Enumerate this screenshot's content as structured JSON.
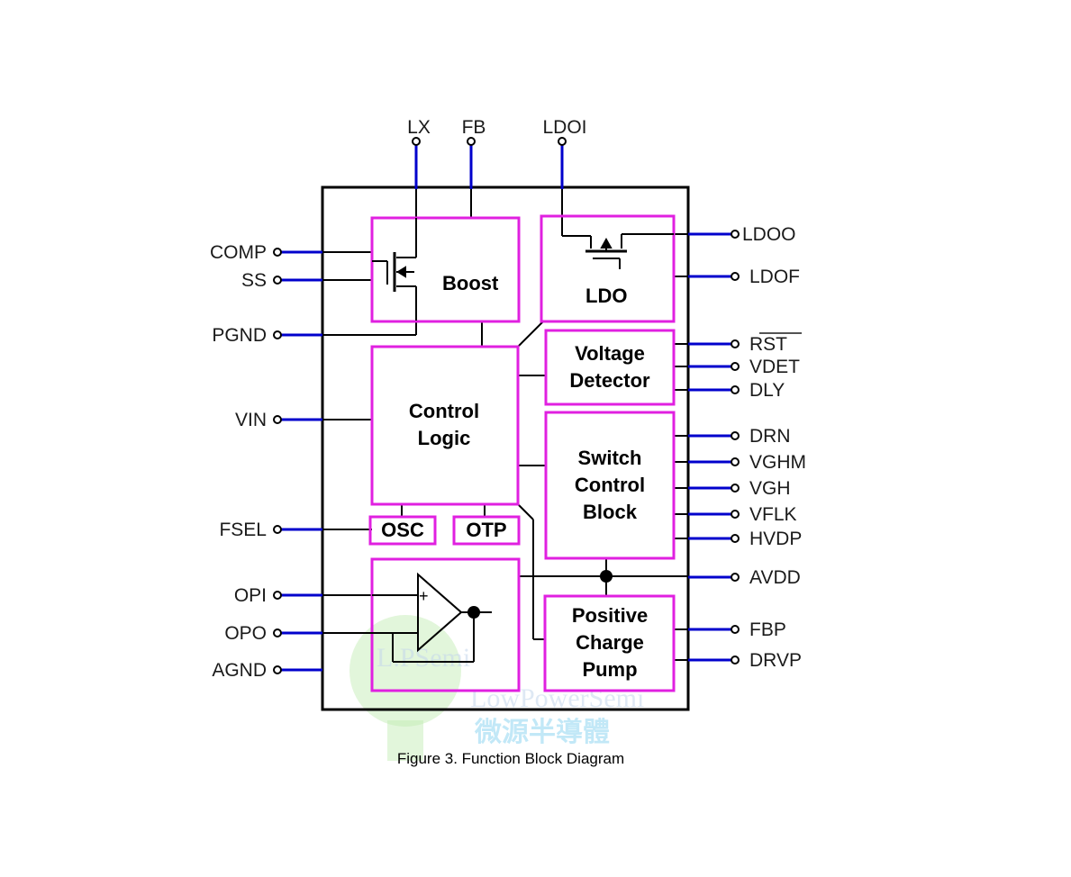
{
  "caption": "Figure 3. Function Block Diagram",
  "colors": {
    "block_border": "#e020e0",
    "signal_wire": "#0000cc",
    "internal_wire": "#000000",
    "chip_outline": "#000000"
  },
  "top_pins": [
    "LX",
    "FB",
    "LDOI"
  ],
  "left_pins": [
    "COMP",
    "SS",
    "PGND",
    "VIN",
    "FSEL",
    "OPI",
    "OPO",
    "AGND"
  ],
  "right_pins": [
    "LDOO",
    "LDOF",
    "RST",
    "VDET",
    "DLY",
    "DRN",
    "VGHM",
    "VGH",
    "VFLK",
    "HVDP",
    "AVDD",
    "FBP",
    "DRVP"
  ],
  "blocks": {
    "boost": "Boost",
    "ldo": "LDO",
    "voltage_detector": [
      "Voltage",
      "Detector"
    ],
    "control_logic": [
      "Control",
      "Logic"
    ],
    "switch_control": [
      "Switch",
      "Control",
      "Block"
    ],
    "osc": "OSC",
    "otp": "OTP",
    "charge_pump": [
      "Positive",
      "Charge",
      "Pump"
    ]
  },
  "opamp_plus_sign": "+",
  "watermark": {
    "logo_text": "L.PSemi",
    "brand_text": "LowPowerSemi",
    "chinese_text": "微源半導體",
    "colors": {
      "bulb": "#b8e8a8",
      "text": "#a9dff5"
    }
  }
}
